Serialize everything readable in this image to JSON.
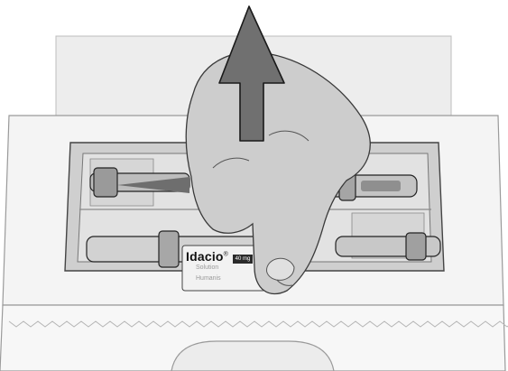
{
  "illustration": {
    "subject": "hand lifting pen injector out of tray in carton",
    "icons": [
      "up-arrow-icon"
    ],
    "colors": {
      "arrow": "#707070",
      "outline": "#1a1a1a",
      "box": "#f4f4f4",
      "tray": "#d0d0d0",
      "skin": "#cfcfcf"
    }
  },
  "pen_label": {
    "brand": "Idacio",
    "registered": "®",
    "dose": "40 mg",
    "line1": "Solution",
    "line2": "Humanis"
  }
}
